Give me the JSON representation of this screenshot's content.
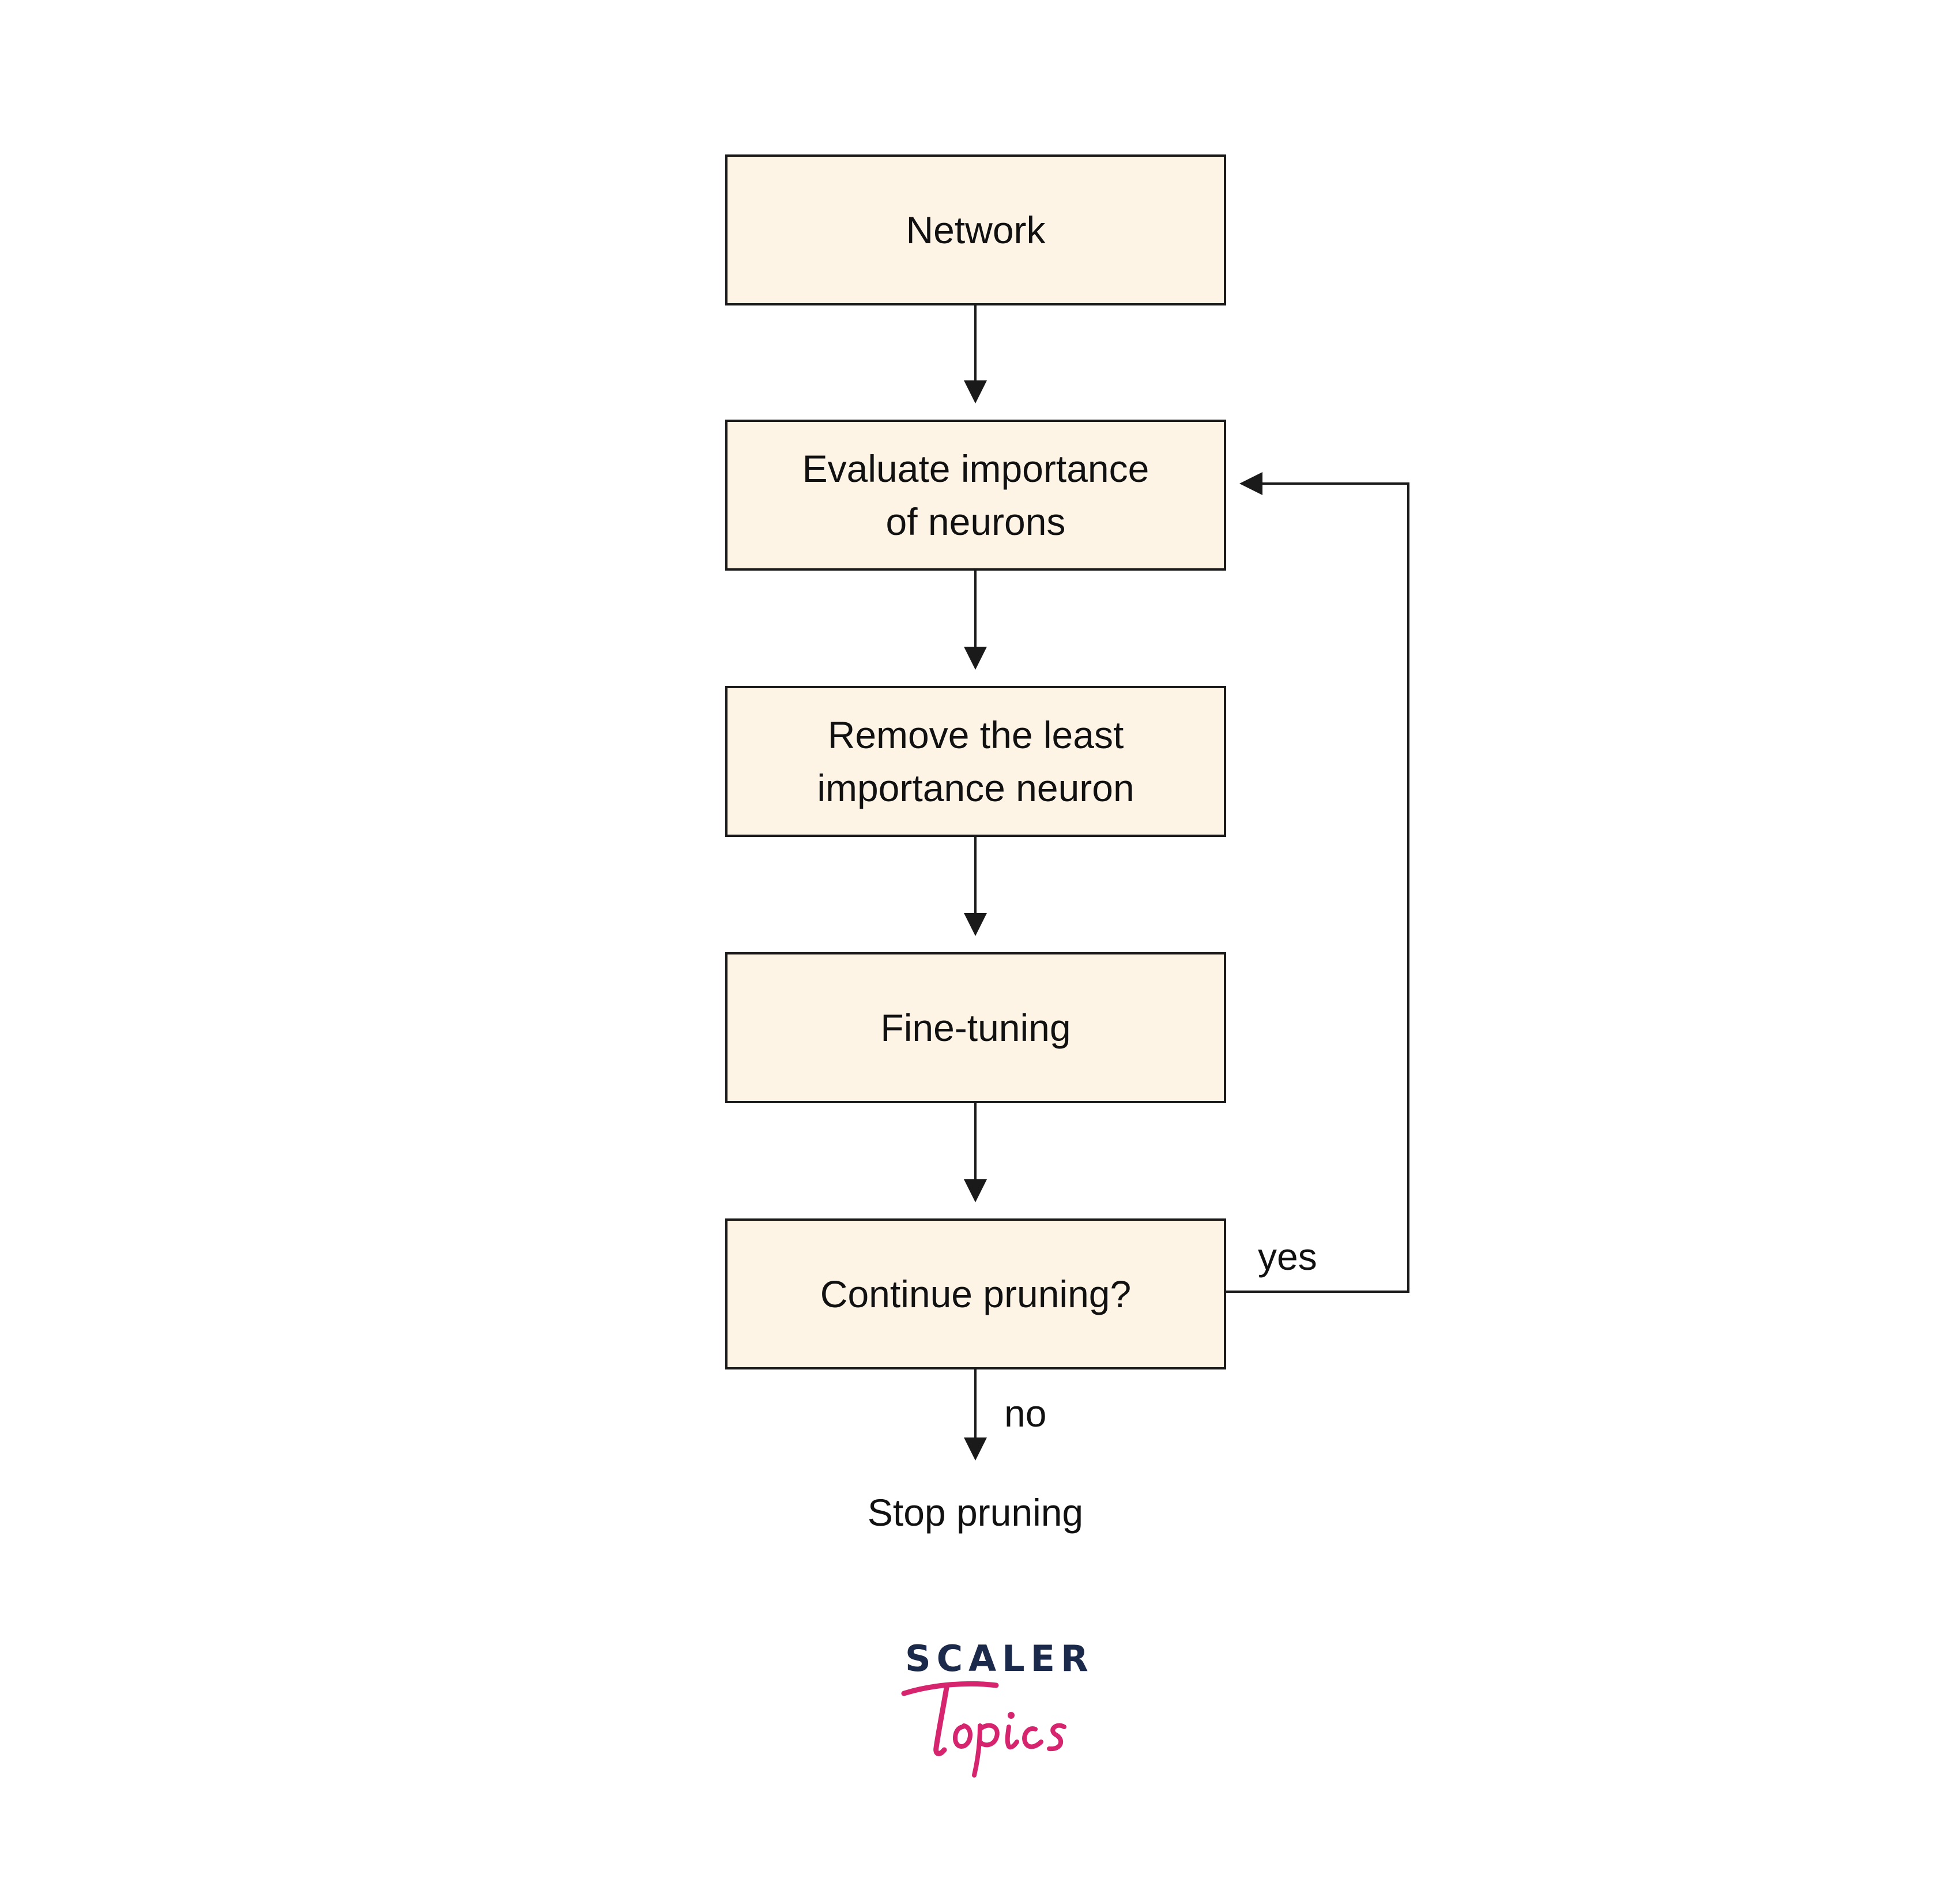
{
  "diagram": {
    "nodes": [
      {
        "id": "network",
        "text": "Network"
      },
      {
        "id": "evaluate",
        "text": "Evaluate importance\nof neurons"
      },
      {
        "id": "remove",
        "text": "Remove the least\nimportance neuron"
      },
      {
        "id": "finetune",
        "text": "Fine-tuning"
      },
      {
        "id": "continue",
        "text": "Continue pruning?"
      }
    ],
    "edge_labels": {
      "yes": "yes",
      "no": "no"
    },
    "terminal": "Stop pruning",
    "colors": {
      "box_fill": "#fdf4e5",
      "stroke": "#1a1a1a",
      "text": "#111111"
    }
  },
  "logo": {
    "word1": "SCALER",
    "word2": "Topics",
    "colors": {
      "scaler": "#1b2a4a",
      "topics": "#d6246e"
    }
  }
}
